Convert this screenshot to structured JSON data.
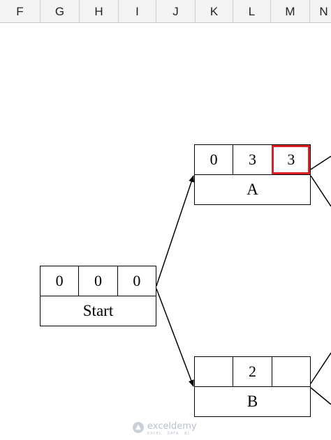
{
  "columns": [
    "F",
    "G",
    "H",
    "I",
    "J",
    "K",
    "L",
    "M",
    "N"
  ],
  "nodes": {
    "start": {
      "values": [
        "0",
        "0",
        "0"
      ],
      "label": "Start"
    },
    "a": {
      "values": [
        "0",
        "3",
        "3"
      ],
      "label": "A"
    },
    "b": {
      "values": [
        "",
        "2",
        ""
      ],
      "label": "B"
    }
  },
  "watermark": {
    "brand": "exceldemy",
    "tagline": "EXCEL · DATA · BI"
  },
  "colors": {
    "selection": "#e02020",
    "header_bg": "#f3f3f3"
  }
}
